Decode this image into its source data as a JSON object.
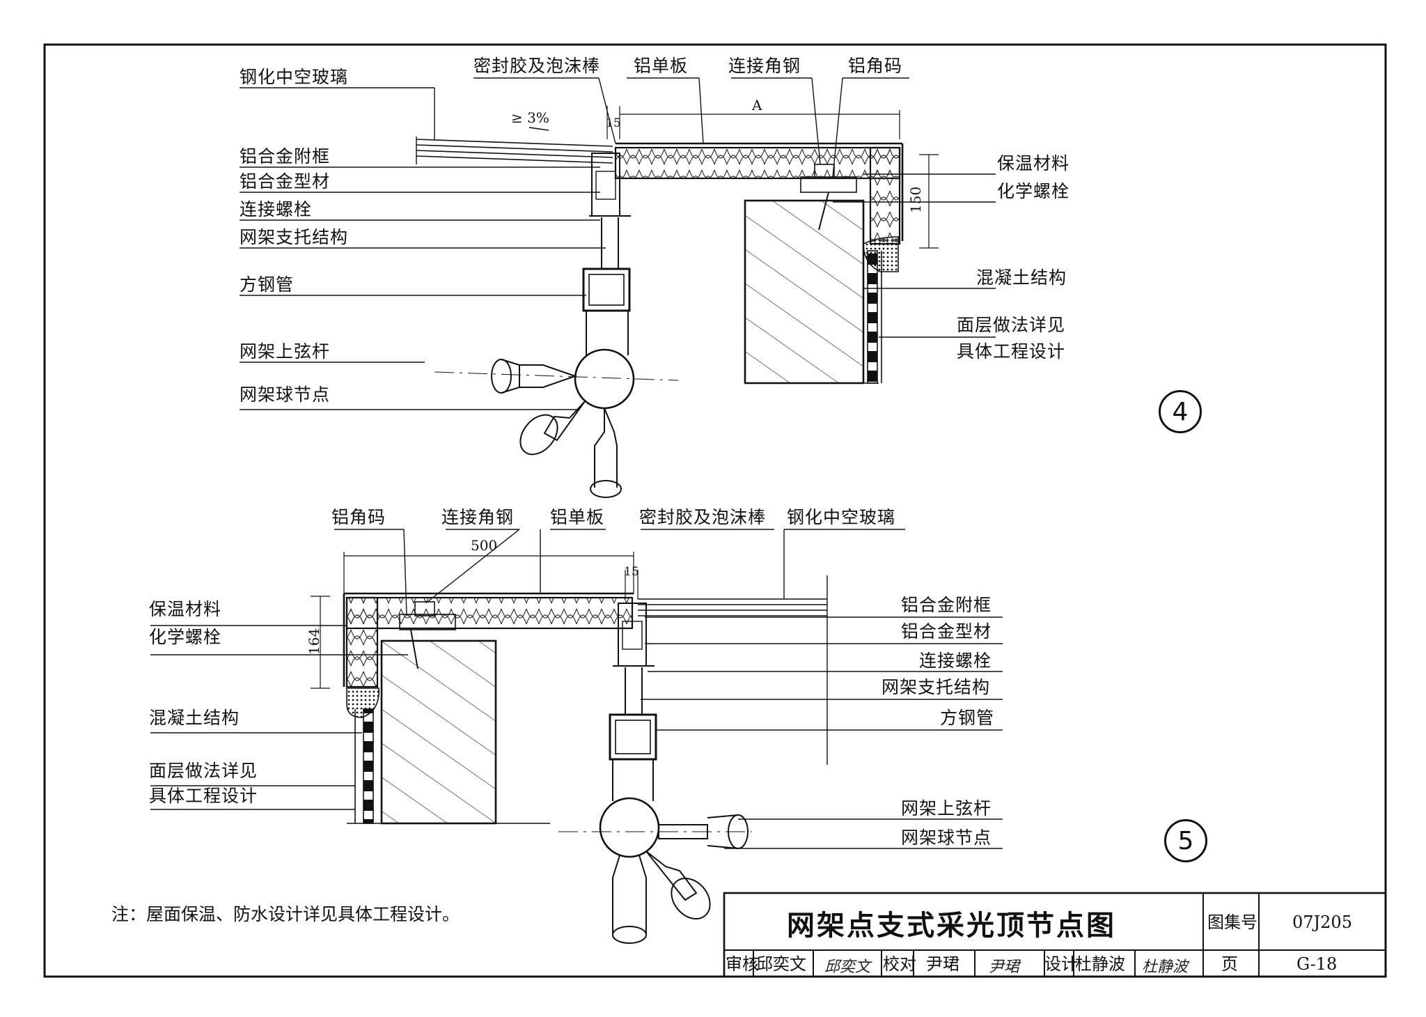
{
  "title_block": {
    "title": "网架点支式采光顶节点图",
    "atlas_label": "图集号",
    "atlas_no": "07J205",
    "review_label": "审核",
    "reviewer": "邱奕文",
    "reviewer_sig": "邱奕文",
    "check_label": "校对",
    "checker": "尹珺",
    "checker_sig": "尹珺",
    "design_label": "设计",
    "designer": "杜静波",
    "designer_sig": "杜静波",
    "page_label": "页",
    "page_no": "G-18"
  },
  "note": "注：屋面保温、防水设计详见具体工程设计。",
  "detail4": {
    "number": "4",
    "labels": {
      "glass": "钢化中空玻璃",
      "sealant": "密封胶及泡沫棒",
      "al_panel": "铝单板",
      "angle_steel": "连接角钢",
      "al_clip": "铝角码",
      "slope": "≥ 3%",
      "subframe": "铝合金附框",
      "profile": "铝合金型材",
      "bolt": "连接螺栓",
      "support": "网架支托结构",
      "square_tube": "方钢管",
      "upper_chord": "网架上弦杆",
      "ball_node": "网架球节点",
      "insulation": "保温材料",
      "chem_bolt": "化学螺栓",
      "concrete": "混凝土结构",
      "finish_1": "面层做法详见",
      "finish_2": "具体工程设计"
    },
    "dims": {
      "gap": "15",
      "width": "A",
      "height": "150"
    }
  },
  "detail5": {
    "number": "5",
    "labels": {
      "al_clip": "铝角码",
      "angle_steel": "连接角钢",
      "al_panel": "铝单板",
      "sealant": "密封胶及泡沫棒",
      "glass": "钢化中空玻璃",
      "insulation": "保温材料",
      "chem_bolt": "化学螺栓",
      "concrete": "混凝土结构",
      "finish_1": "面层做法详见",
      "finish_2": "具体工程设计",
      "subframe": "铝合金附框",
      "profile": "铝合金型材",
      "bolt": "连接螺栓",
      "support": "网架支托结构",
      "square_tube": "方钢管",
      "upper_chord": "网架上弦杆",
      "ball_node": "网架球节点"
    },
    "dims": {
      "width": "500",
      "gap": "15",
      "height": "164"
    }
  }
}
